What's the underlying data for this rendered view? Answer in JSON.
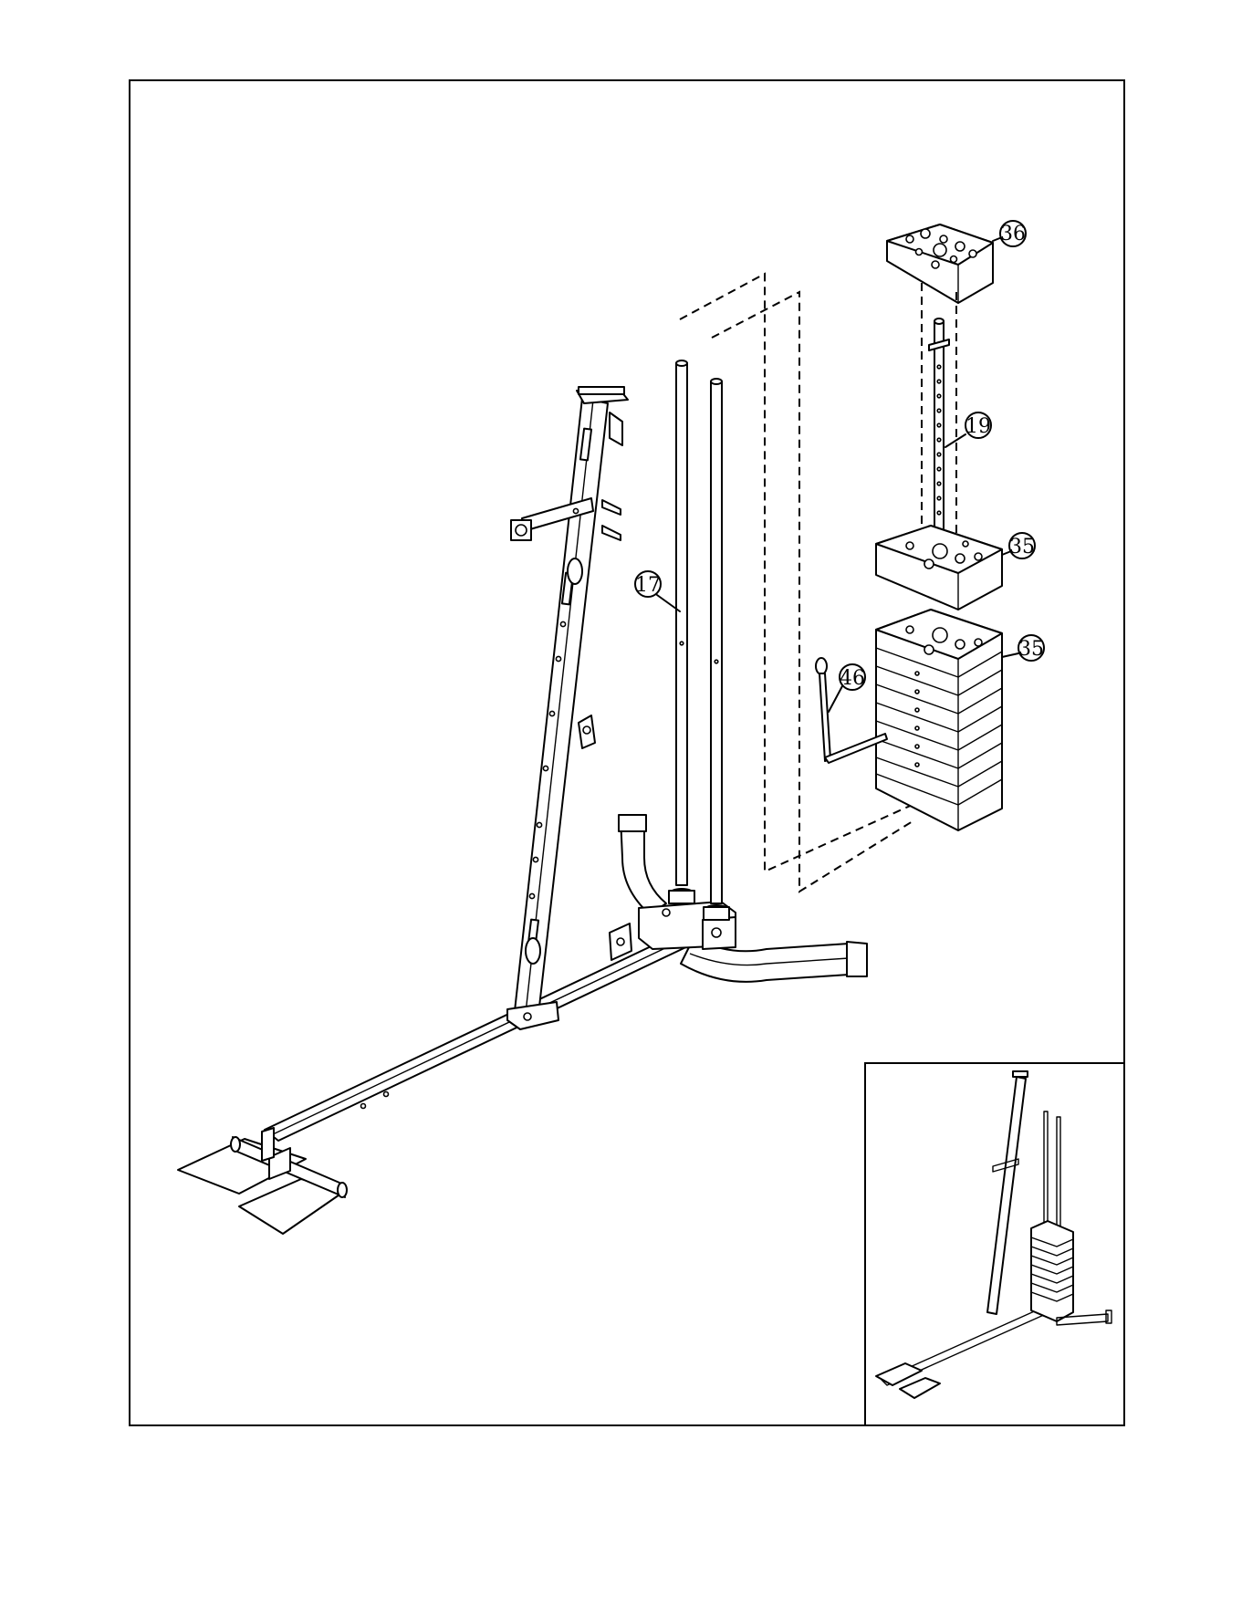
{
  "callouts": {
    "c36": "36",
    "c19": "19",
    "c35a": "35",
    "c35b": "35",
    "c17": "17",
    "c46": "46"
  }
}
